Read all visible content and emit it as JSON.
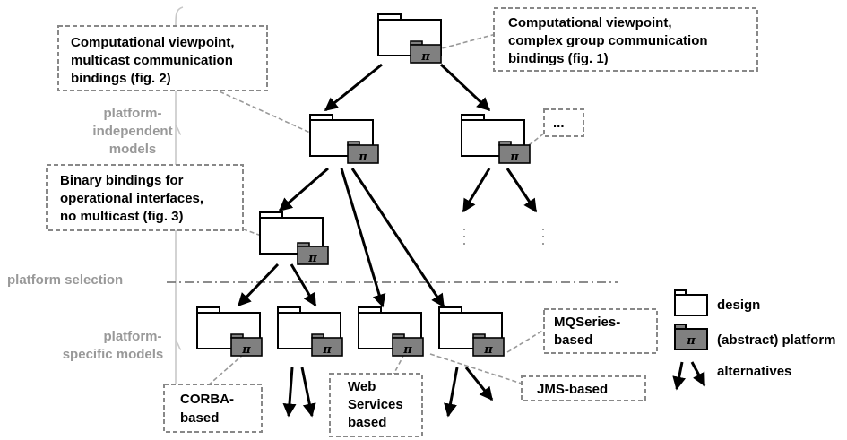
{
  "side_labels": {
    "pim": [
      "platform-",
      "independent",
      "models"
    ],
    "selection": "platform selection",
    "psm": [
      "platform-",
      "specific models"
    ]
  },
  "callouts": {
    "top": [
      "Computational viewpoint,",
      "complex group communication",
      "bindings (fig. 1)"
    ],
    "multicast": [
      "Computational viewpoint,",
      "multicast communication",
      "bindings (fig. 2)"
    ],
    "binary": [
      "Binary bindings for",
      "operational interfaces,",
      "no multicast (fig. 3)"
    ],
    "ellipsis": "...",
    "corba": [
      "CORBA-",
      "based"
    ],
    "webservices": [
      "Web",
      "Services",
      "based"
    ],
    "jms": "JMS-based",
    "mqseries": [
      "MQSeries-",
      "based"
    ]
  },
  "platform_symbol": "π",
  "legend": {
    "design": "design",
    "platform": "(abstract) platform",
    "alternatives": "alternatives"
  },
  "colors": {
    "platform_fill": "#808080",
    "callout_border": "#888888",
    "side_text": "#999999"
  }
}
